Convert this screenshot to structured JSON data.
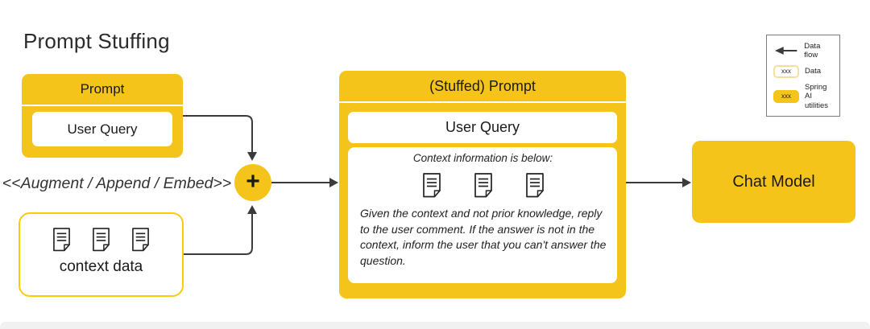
{
  "title": "Prompt Stuffing",
  "colors": {
    "accent_yellow": "#f5c41b",
    "yellow_border": "#fbcb07",
    "arrow": "#3b3b3b",
    "bottom_bar": "#f1f1f1"
  },
  "legend": {
    "data_flow_label": "Data flow",
    "data_label": "Data",
    "spring_label": "Spring AI utilities",
    "chip_text": "xxx"
  },
  "prompt_box": {
    "title": "Prompt",
    "user_query": "User Query"
  },
  "augment_label": "<<Augment / Append / Embed>>",
  "plus_label": "+",
  "context_box": {
    "label": "context data"
  },
  "stuffed_box": {
    "title": "(Stuffed) Prompt",
    "user_query": "User Query",
    "context_header": "Context information is below:",
    "instruction": "Given the context and not prior knowledge, reply to the user comment. If the answer is not in the context, inform the user that you can't answer the question."
  },
  "chat_model": {
    "label": "Chat Model"
  }
}
